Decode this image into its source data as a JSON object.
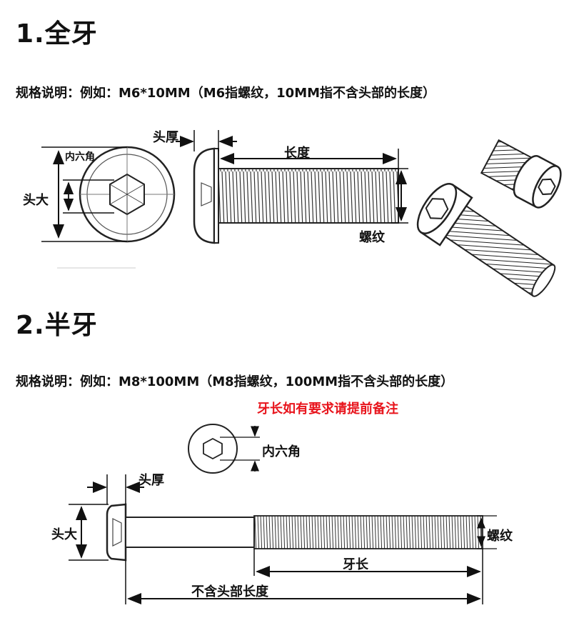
{
  "section1": {
    "heading": "1.全牙",
    "spec": "规格说明：例如：M6*10MM（M6指螺纹，10MM指不含头部的长度）",
    "labels": {
      "inner_hex": "内六角",
      "head_dia": "头大",
      "head_thick": "头厚",
      "length": "长度",
      "thread": "螺纹"
    }
  },
  "section2": {
    "heading": "2.半牙",
    "spec": "规格说明：例如：M8*100MM（M8指螺纹，100MM指不含头部的长度）",
    "note": "牙长如有要求请提前备注",
    "labels": {
      "inner_hex": "内六角",
      "head_thick": "头厚",
      "head_dia": "头大",
      "thread": "螺纹",
      "thread_length": "牙长",
      "length_excl_head": "不含头部长度"
    }
  }
}
